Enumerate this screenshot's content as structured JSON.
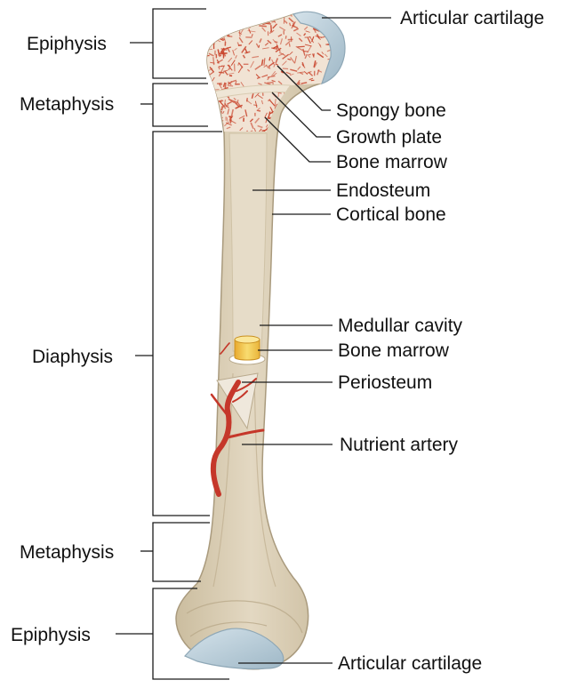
{
  "colors": {
    "bone": "#d9ccb2",
    "bone_shadow": "#c4b597",
    "bone_outline": "#a99a7d",
    "cartilage": "#b5cbd8",
    "spongy": "#c9472f",
    "growth_plate": "#efe6d6",
    "marrow": "#f2c84b",
    "artery": "#c5372a",
    "line": "#1a1a1a"
  },
  "left_labels": {
    "epiphysis_top": "Epiphysis",
    "metaphysis_top": "Metaphysis",
    "diaphysis": "Diaphysis",
    "metaphysis_bottom": "Metaphysis",
    "epiphysis_bottom": "Epiphysis"
  },
  "right_labels": {
    "articular_cartilage_top": "Articular cartilage",
    "spongy_bone": "Spongy bone",
    "growth_plate": "Growth plate",
    "bone_marrow_top": "Bone marrow",
    "endosteum": "Endosteum",
    "cortical_bone": "Cortical bone",
    "medullar_cavity": "Medullar cavity",
    "bone_marrow_mid": "Bone marrow",
    "periosteum": "Periosteum",
    "nutrient_artery": "Nutrient artery",
    "articular_cartilage_bottom": "Articular cartilage"
  }
}
